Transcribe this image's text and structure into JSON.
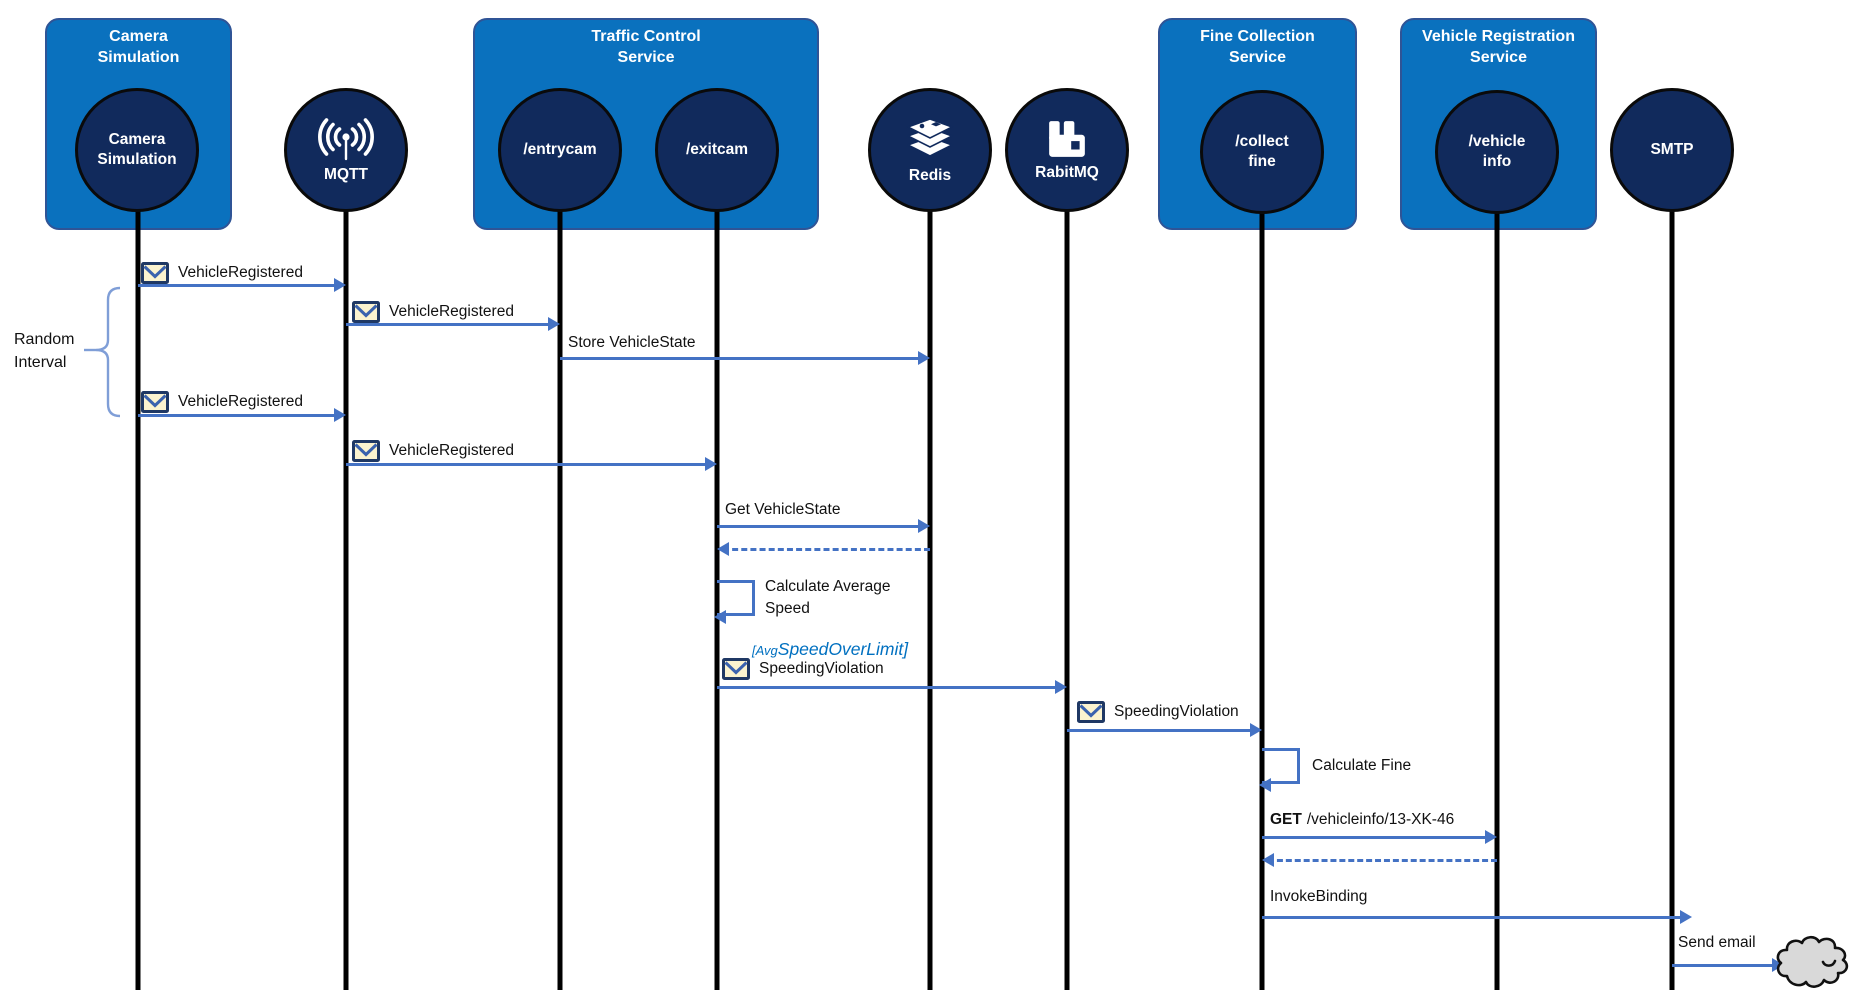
{
  "colors": {
    "service_box_fill": "#0A71BE",
    "service_box_border": "#2F5496",
    "endpoint_circle_fill": "#112A5C",
    "arrow_blue": "#4472C4",
    "guard_text_blue": "#0070C0",
    "envelope_fill": "#FBF3CF",
    "envelope_border": "#1F3864",
    "cloud_fill": "#D9D9D9",
    "brace_blue": "#7F9ED7"
  },
  "participants": {
    "camera_box_title": "Camera Simulation",
    "camera_endpoint_label": "Camera Simulation",
    "mqtt_label": "MQTT",
    "traffic_box_title": "Traffic Control Service",
    "entrycam_label": "/entrycam",
    "exitcam_label": "/exitcam",
    "redis_label": "Redis",
    "rabitmq_label": "RabitMQ",
    "fine_box_title": "Fine Collection Service",
    "collectfine_label": "/collect fine",
    "vehicle_box_title": "Vehicle Registration Service",
    "vehicleinfo_label": "/vehicle info",
    "smtp_label": "SMTP"
  },
  "messages": {
    "camera_to_mqtt_1": "VehicleRegistered",
    "mqtt_to_entrycam": "VehicleRegistered",
    "entrycam_to_redis": "Store VehicleState",
    "camera_to_mqtt_2": "VehicleRegistered",
    "mqtt_to_exitcam": "VehicleRegistered",
    "exitcam_to_redis": "Get VehicleState",
    "exitcam_selfloop": "Calculate Average Speed",
    "exitcam_to_rabitmq": "SpeedingViolation",
    "rabitmq_to_collectfine": "SpeedingViolation",
    "collectfine_selfloop": "Calculate Fine",
    "http_method": "GET",
    "http_path": "/vehicleinfo/13-XK-46",
    "collectfine_to_smtp": "InvokeBinding",
    "smtp_to_cloud": "Send email"
  },
  "annotations": {
    "random_interval": "Random Interval",
    "guard_prefix": "[Avg",
    "guard_suffix": "SpeedOverLimit]"
  }
}
